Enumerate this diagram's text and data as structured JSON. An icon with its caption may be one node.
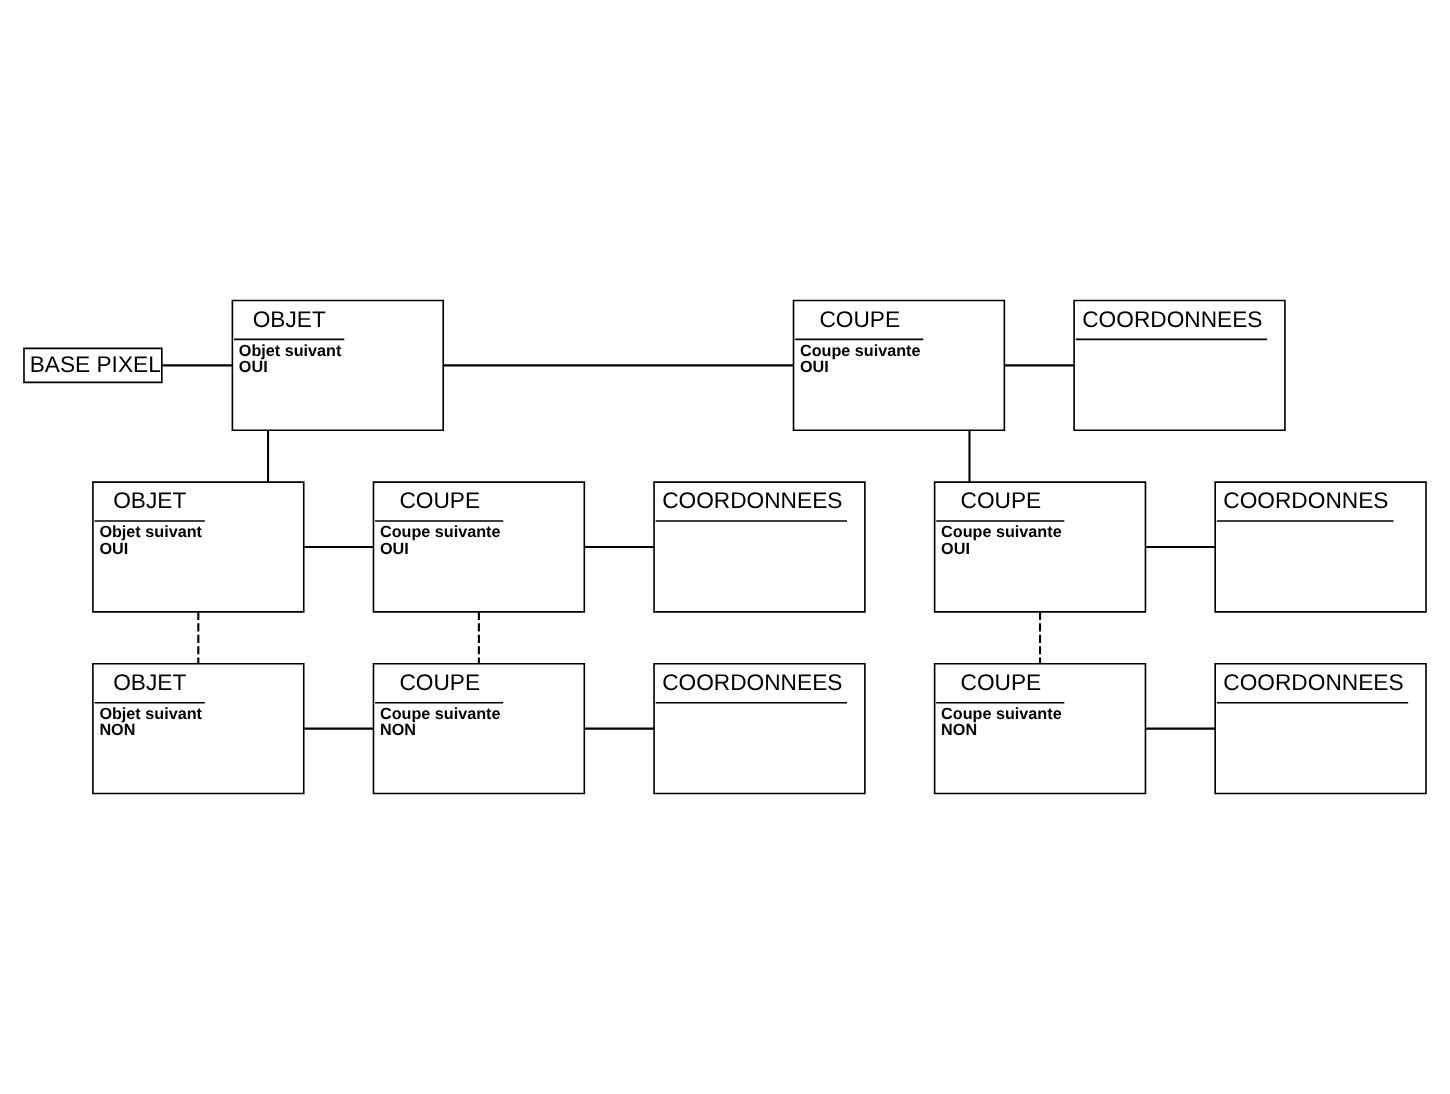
{
  "diagram": {
    "nodes": [
      {
        "text": [
          "BASE PIXEL"
        ]
      },
      {
        "text": [
          "OBJET",
          "Objet suivant",
          "OUI"
        ]
      },
      {
        "text": [
          "COUPE",
          "Coupe suivante",
          "OUI"
        ]
      },
      {
        "text": [
          "COORDONNEES"
        ]
      },
      {
        "text": [
          "COUPE",
          "Coupe suivante",
          "OUI"
        ]
      },
      {
        "text": [
          "COORDONNES"
        ]
      },
      {
        "text": [
          "COUPE",
          "Coupe suivante",
          "NON"
        ]
      },
      {
        "text": [
          "COORDONNEES"
        ]
      },
      {
        "text": [
          "OBJET",
          "Objet suivant",
          "OUI"
        ]
      },
      {
        "text": [
          "COUPE",
          "Coupe suivante",
          "OUI"
        ]
      },
      {
        "text": [
          "COORDONNEES"
        ]
      },
      {
        "text": [
          "OBJET",
          "Objet suivant",
          "NON"
        ]
      },
      {
        "text": [
          "COUPE",
          "Coupe suivante",
          "NON"
        ]
      },
      {
        "text": [
          "COORDONNEES"
        ]
      }
    ],
    "edges": [
      {
        "from": 0,
        "to": 1,
        "arrow": "none"
      },
      {
        "from": 1,
        "to": 2,
        "arrow": "none"
      },
      {
        "from": 2,
        "to": 3,
        "arrow": "none"
      },
      {
        "from": 2,
        "to": 4,
        "arrow": "none"
      },
      {
        "from": 4,
        "to": 5,
        "arrow": "none"
      },
      {
        "from": 4,
        "to": 6,
        "arrow": "none",
        "style": "dashed"
      },
      {
        "from": 6,
        "to": 7,
        "arrow": "none"
      },
      {
        "from": 1,
        "to": 8,
        "arrow": "none"
      },
      {
        "from": 8,
        "to": 9,
        "arrow": "none"
      },
      {
        "from": 9,
        "to": 10,
        "arrow": "none"
      },
      {
        "from": 8,
        "to": 11,
        "arrow": "none",
        "style": "dashed"
      },
      {
        "from": 9,
        "to": 12,
        "arrow": "none",
        "style": "dashed"
      },
      {
        "from": 11,
        "to": 12,
        "arrow": "none"
      },
      {
        "from": 12,
        "to": 13,
        "arrow": "none"
      }
    ]
  }
}
